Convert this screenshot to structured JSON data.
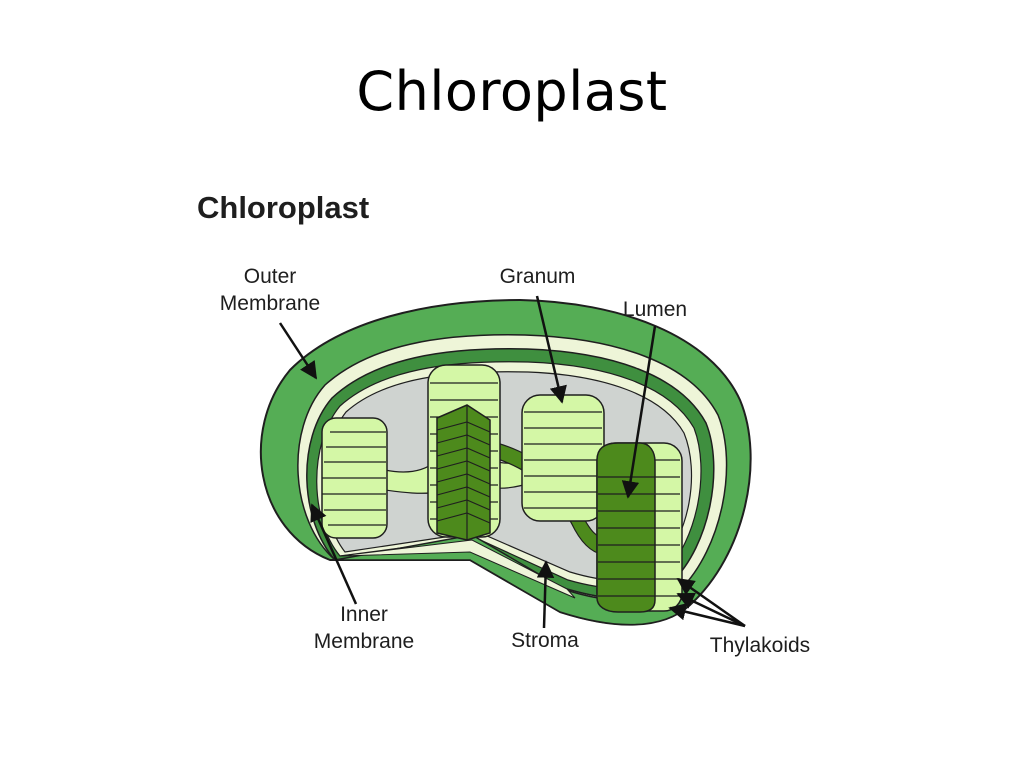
{
  "slide": {
    "title": "Chloroplast"
  },
  "figure": {
    "title": "Chloroplast",
    "labels": {
      "outer_membrane": [
        "Outer",
        "Membrane"
      ],
      "granum": "Granum",
      "lumen": "Lumen",
      "inner_membrane": [
        "Inner",
        "Membrane"
      ],
      "stroma": "Stroma",
      "thylakoids": "Thylakoids"
    }
  },
  "colors": {
    "outer_green": "#55ad55",
    "inner_green": "#3f8f3f",
    "light_green": "#d4f7a6",
    "dark_green": "#4d8a1c",
    "stroma_gray": "#cfd3d0",
    "membrane_cream": "#eef5d8"
  }
}
